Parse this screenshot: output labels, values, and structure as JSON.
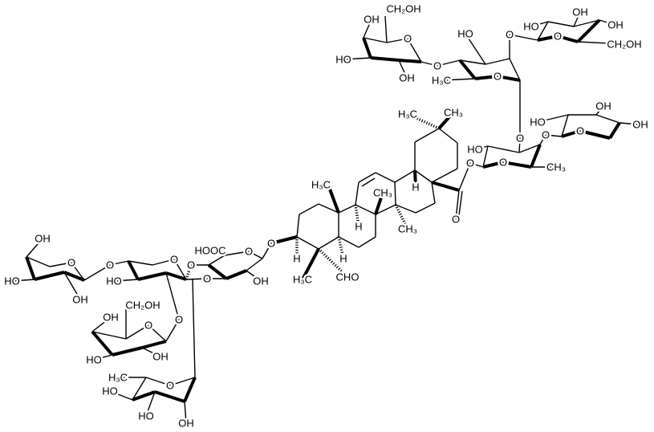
{
  "labels": [
    "OH",
    "HO",
    "OH",
    "O",
    "O",
    "O",
    "HO",
    "O",
    "O",
    "O",
    "CH₂OH",
    "OH",
    "O",
    "HO",
    "OH",
    "H₃C",
    "HO",
    "O",
    "HO",
    "OH",
    "HOOC",
    "O",
    "OH",
    "O",
    "H",
    "H₃C",
    "CHO",
    "H",
    "H₃C",
    "H",
    "CH₃",
    "CH₃",
    "H",
    "H₃C",
    "CH₃",
    "O",
    "O",
    "HO",
    "O",
    "CH₃",
    "O",
    "O",
    "HO",
    "O",
    "OH",
    "OH",
    "OH",
    "CH₂OH",
    "HO",
    "O",
    "OH",
    "O",
    "HO",
    "H₃C",
    "O",
    "O",
    "HO",
    "O",
    "OH",
    "OH",
    "CH₂OH"
  ],
  "colors": {
    "bond": "#000000",
    "background": "#ffffff"
  }
}
